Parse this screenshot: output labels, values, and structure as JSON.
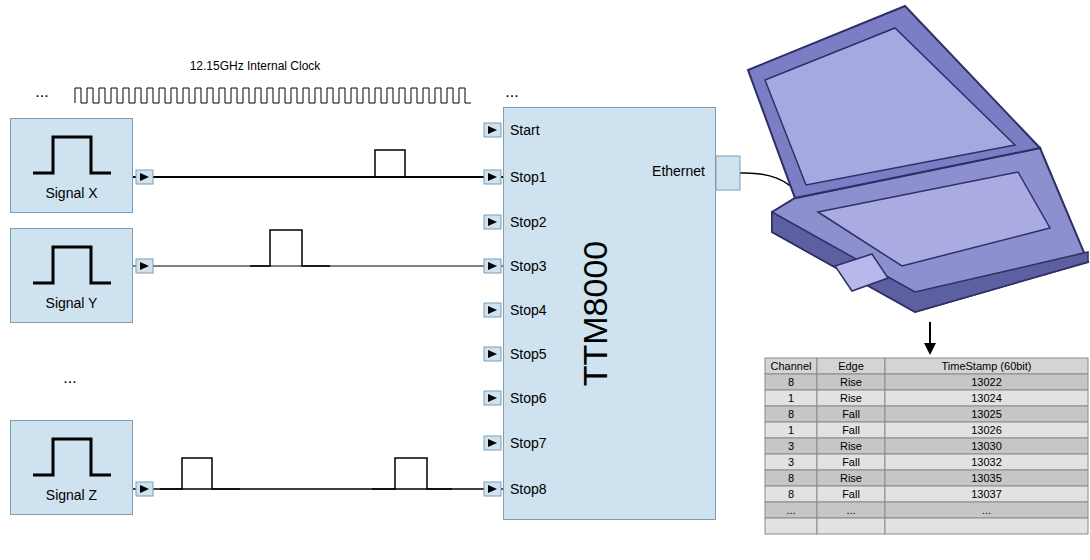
{
  "diagram": {
    "nodes": [
      {
        "text": [
          "Signal X"
        ]
      },
      {
        "text": [
          "Signal Y"
        ]
      },
      {
        "text": [
          "Signal Z"
        ]
      },
      {
        "text": [
          "Start",
          "Stop1",
          "Stop2",
          "Stop3",
          "Stop4",
          "Stop5",
          "Stop6",
          "Stop7",
          "Stop8",
          "Ethernet",
          "TTM8000"
        ]
      }
    ],
    "edges": [
      {
        "from": 0,
        "to": 3,
        "arrow": "none"
      },
      {
        "from": 1,
        "to": 3,
        "arrow": "none"
      },
      {
        "from": 2,
        "to": 3,
        "arrow": "none"
      }
    ],
    "labels": [
      "12.15GHz Internal Clock",
      "...",
      "...",
      "...",
      "Channel",
      "Edge",
      "TimeStamp (60bit)",
      "8",
      "Rise",
      "13022",
      "1",
      "Rise",
      "13024",
      "8",
      "Fall",
      "13025",
      "1",
      "Fall",
      "13026",
      "3",
      "Rise",
      "13030",
      "3",
      "Fall",
      "13032",
      "8",
      "Rise",
      "13035",
      "8",
      "Fall",
      "13037",
      "...",
      "...",
      "..."
    ]
  }
}
